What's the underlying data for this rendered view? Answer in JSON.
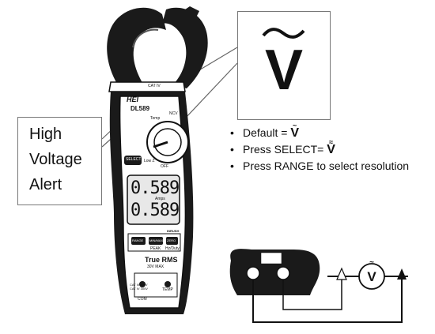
{
  "callout_alert": {
    "line1": "High",
    "line2": "Voltage",
    "line3": "Alert"
  },
  "callout_symbol": {
    "letter": "V"
  },
  "bullets": [
    {
      "text": "Default = ",
      "symbol": "V",
      "symbol_mark": "~"
    },
    {
      "text": "Press SELECT= ",
      "symbol": "V",
      "symbol_mark": "≈"
    },
    {
      "text": "Press RANGE to select resolution"
    }
  ],
  "meter": {
    "brand": "HEI",
    "model": "DL589",
    "display_top": "0.589",
    "display_bottom": "0.589",
    "display_label": "Amps",
    "select_label": "SELECT",
    "dial_labels": [
      "Temp",
      "NCV",
      "OFF",
      "Low Z"
    ],
    "buttons": [
      {
        "label": "RANGE",
        "sub": ""
      },
      {
        "label": "MIN/MAX",
        "sub": "PEAK"
      },
      {
        "label": "ZERO",
        "sub": "Hz/Duty"
      }
    ],
    "inrush_label": "INRUSH",
    "true_rms": "True RMS",
    "max_label": "30V MAX",
    "cat_lines": [
      "CAT III 600V",
      "CAT IV 300V"
    ],
    "com_label": "COM",
    "temp_label": "TEMP",
    "jaw_label": "CAT IV"
  },
  "wiring": {
    "symbol": "V",
    "symbol_mark": "~"
  },
  "colors": {
    "ink": "#111111",
    "meter_body": "#1a1a1a",
    "box_border": "#777777",
    "lcd": "#e8e8e8"
  }
}
